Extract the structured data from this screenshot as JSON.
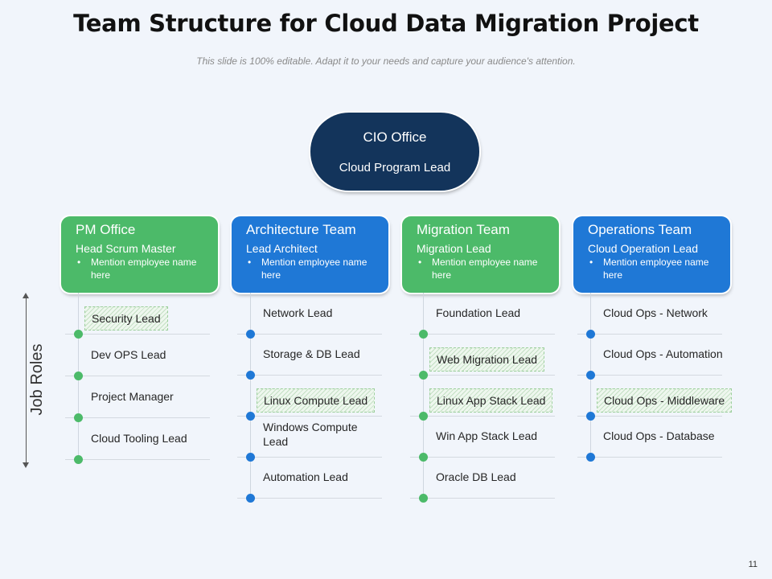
{
  "title": "Team Structure for Cloud Data Migration Project",
  "subtitle": "This slide is 100% editable. Adapt it to your needs and capture your audience's attention.",
  "colors": {
    "green": "#4cba69",
    "blue": "#1f78d6",
    "navy": "#13345b"
  },
  "cio": {
    "title": "CIO Office",
    "subtitle": "Cloud Program Lead"
  },
  "axis_label": "Job Roles",
  "bullet_symbol": "•",
  "teams": [
    {
      "name": "PM Office",
      "role": "Head Scrum Master",
      "bullet": "Mention employee name here",
      "color": "green",
      "items": [
        {
          "label": "Security Lead",
          "highlight": true
        },
        {
          "label": "Dev OPS Lead"
        },
        {
          "label": "Project Manager"
        },
        {
          "label": "Cloud Tooling Lead"
        }
      ]
    },
    {
      "name": "Architecture Team",
      "role": "Lead Architect",
      "bullet": "Mention employee name here",
      "color": "blue",
      "items": [
        {
          "label": "Network Lead"
        },
        {
          "label": "Storage & DB Lead"
        },
        {
          "label": "Linux Compute Lead",
          "highlight": true
        },
        {
          "label": "Windows Compute Lead"
        },
        {
          "label": "Automation Lead"
        }
      ]
    },
    {
      "name": "Migration Team",
      "role": "Migration Lead",
      "bullet": "Mention employee name here",
      "color": "green",
      "items": [
        {
          "label": "Foundation Lead"
        },
        {
          "label": "Web Migration Lead",
          "highlight": true
        },
        {
          "label": "Linux App Stack Lead",
          "highlight": true
        },
        {
          "label": "Win App Stack Lead"
        },
        {
          "label": "Oracle DB Lead"
        }
      ]
    },
    {
      "name": "Operations Team",
      "role": "Cloud Operation Lead",
      "bullet": "Mention employee name here",
      "color": "blue",
      "items": [
        {
          "label": "Cloud Ops - Network"
        },
        {
          "label": "Cloud Ops - Automation"
        },
        {
          "label": "Cloud Ops - Middleware",
          "highlight": true
        },
        {
          "label": "Cloud Ops - Database"
        }
      ]
    }
  ],
  "page_number": "11"
}
